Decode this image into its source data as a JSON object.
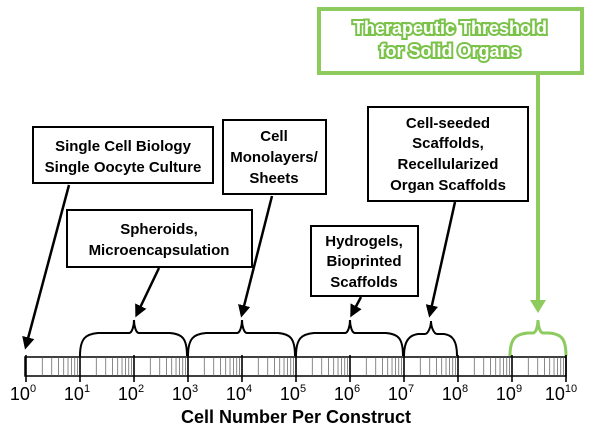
{
  "threshold": {
    "line1": "Therapeutic Threshold",
    "line2": "for Solid Organs",
    "color": "#8ecb5f"
  },
  "boxes": {
    "single_cell": {
      "line1": "Single Cell Biology",
      "line2": "Single Oocyte Culture"
    },
    "monolayers": {
      "line1": "Cell",
      "line2": "Monolayers/",
      "line3": "Sheets"
    },
    "cell_seeded": {
      "line1": "Cell-seeded",
      "line2": "Scaffolds,",
      "line3": "Recellularized",
      "line4": "Organ Scaffolds"
    },
    "spheroids": {
      "line1": "Spheroids,",
      "line2": "Microencapsulation"
    },
    "hydrogels": {
      "line1": "Hydrogels,",
      "line2": "Bioprinted",
      "line3": "Scaffolds"
    }
  },
  "axis": {
    "title": "Cell Number Per Construct",
    "base": "10",
    "exponents": [
      "0",
      "1",
      "2",
      "3",
      "4",
      "5",
      "6",
      "7",
      "8",
      "9",
      "10"
    ]
  }
}
